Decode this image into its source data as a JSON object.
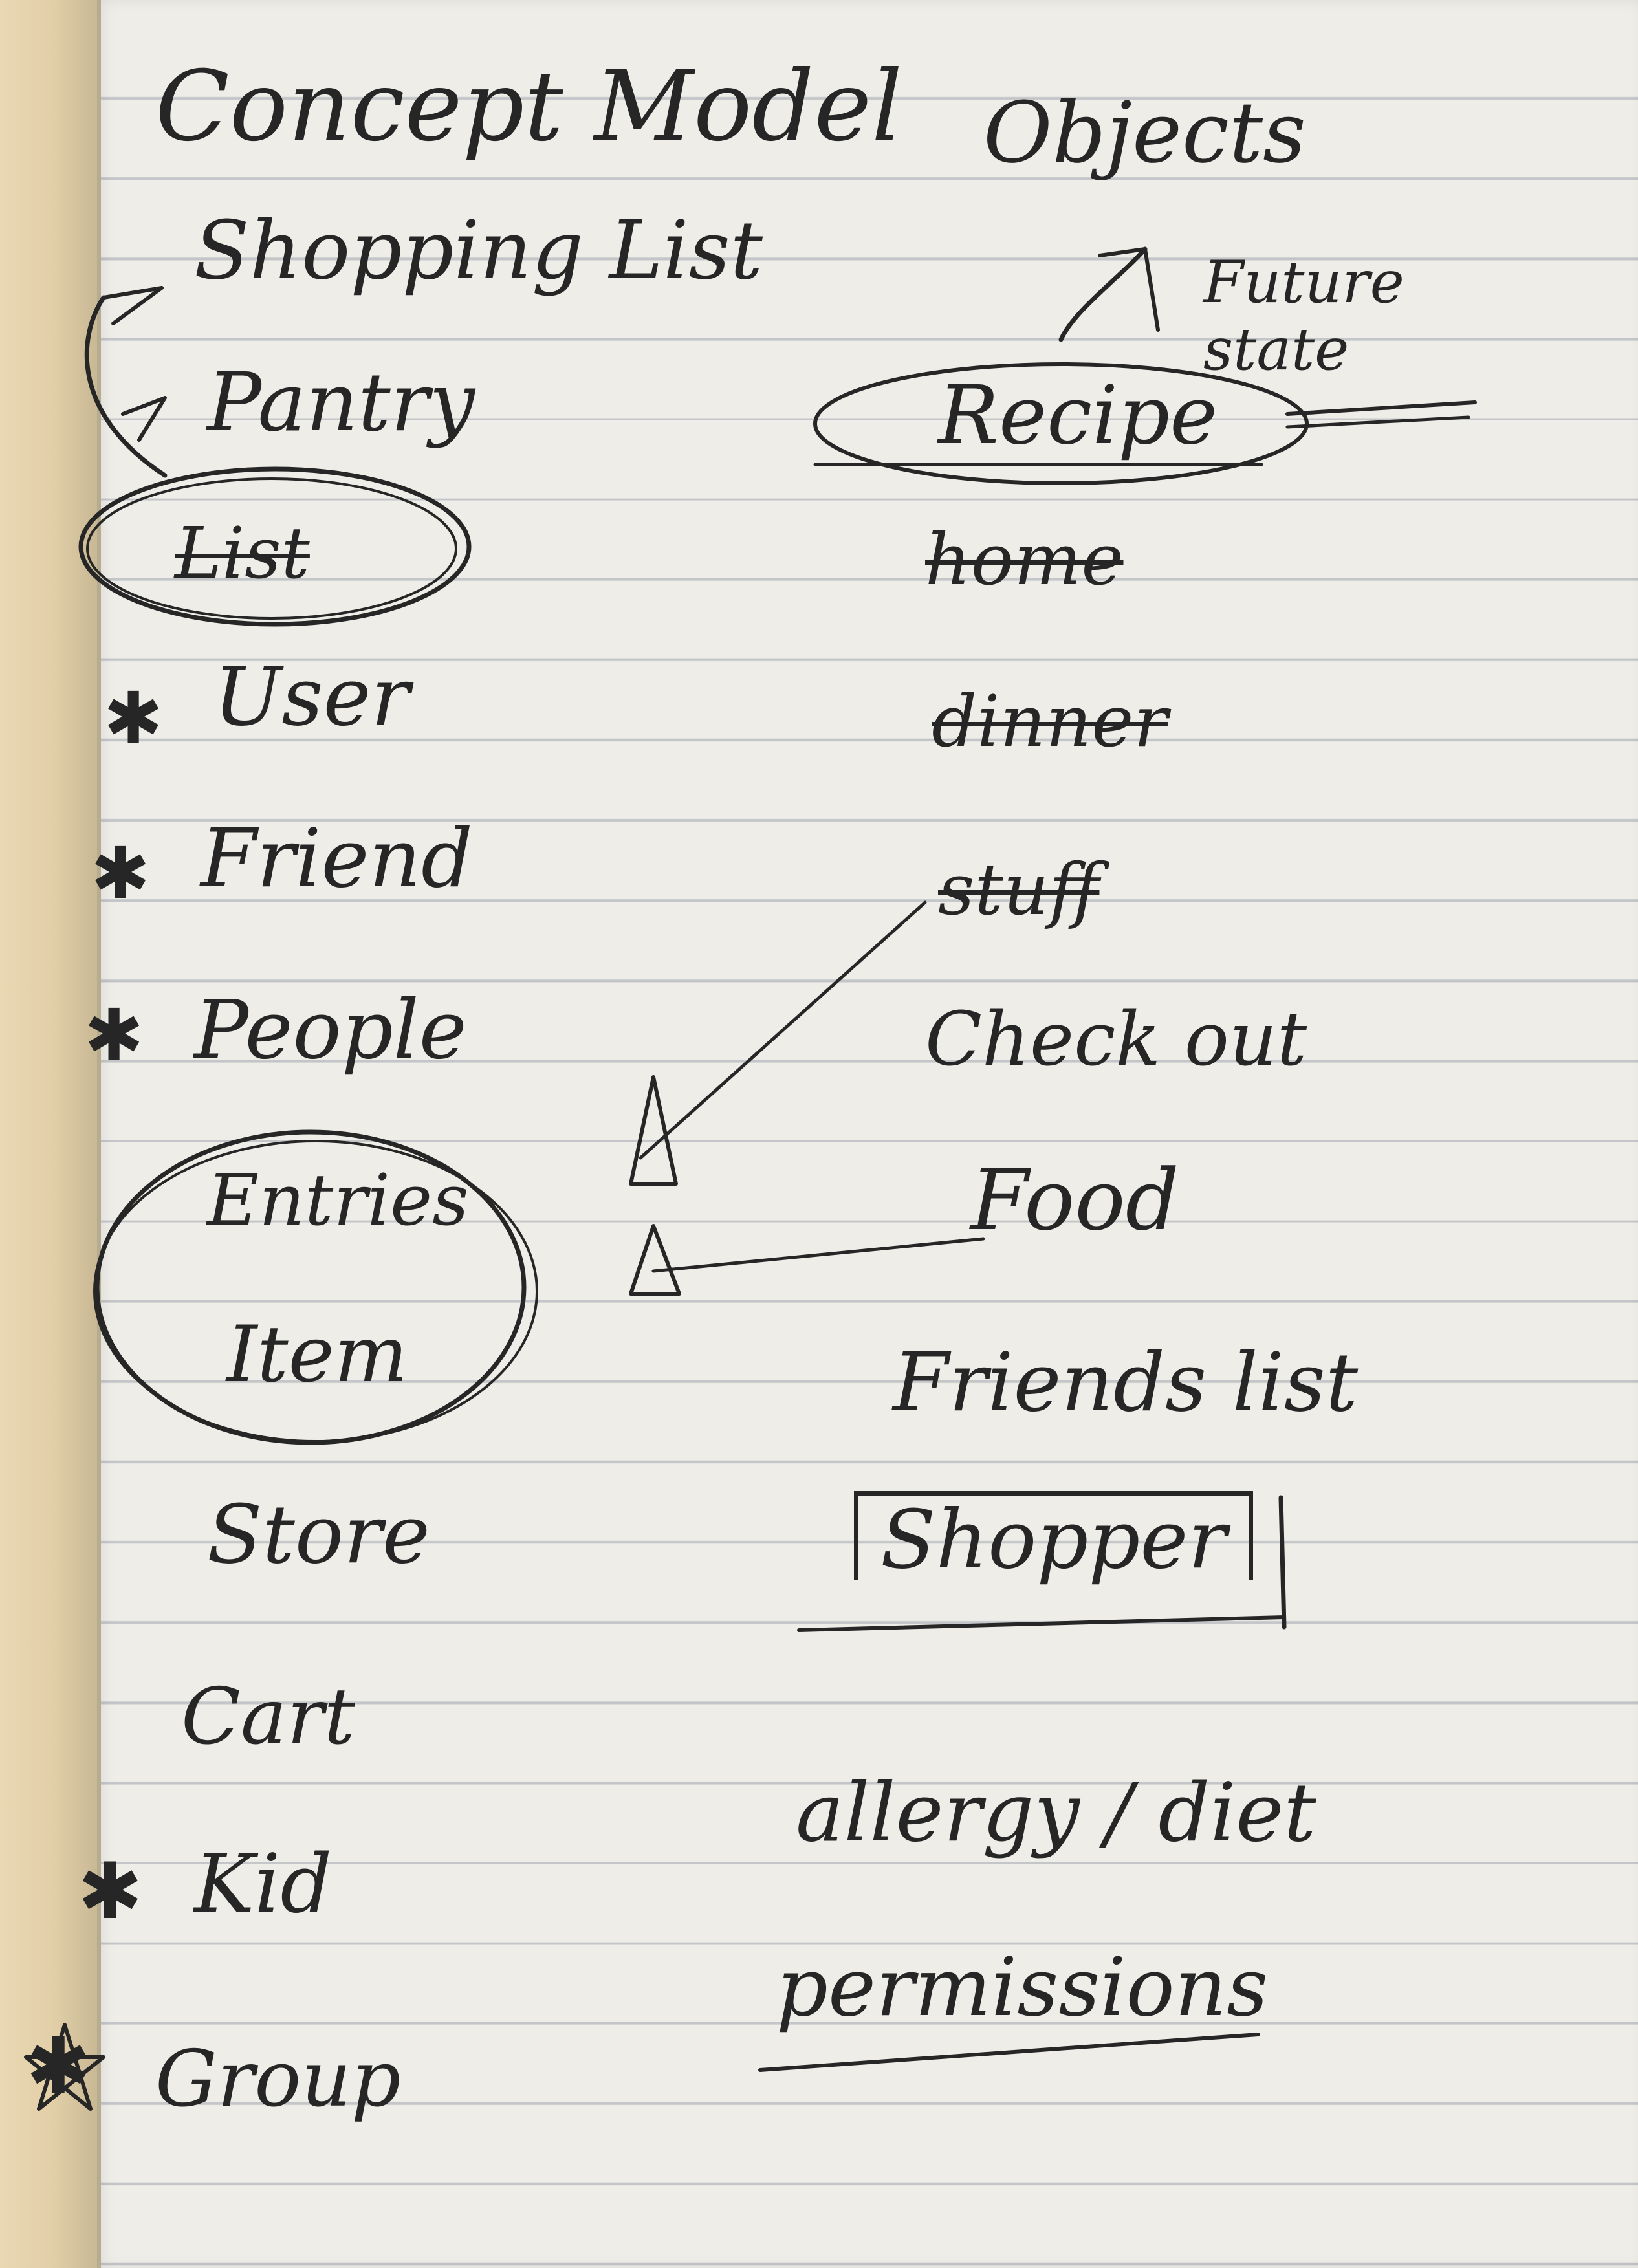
{
  "heading": {
    "left": "Concept Model",
    "right": "Objects"
  },
  "left_column": [
    {
      "text": "Shopping List",
      "starred": false
    },
    {
      "text": "Pantry",
      "starred": false
    },
    {
      "text": "List",
      "starred": false,
      "struck": true,
      "circled": true
    },
    {
      "text": "User",
      "starred": true
    },
    {
      "text": "Friend",
      "starred": true
    },
    {
      "text": "People",
      "starred": true
    },
    {
      "text": "Entries",
      "starred": false,
      "circled": true
    },
    {
      "text": "Item",
      "starred": false,
      "circled": true
    },
    {
      "text": "Store",
      "starred": false
    },
    {
      "text": "Cart",
      "starred": false
    },
    {
      "text": "Kid",
      "starred": true
    },
    {
      "text": "Group",
      "starred": true
    }
  ],
  "right_column": [
    {
      "text": "Future state",
      "note": true
    },
    {
      "text": "Recipe",
      "circled": true
    },
    {
      "text": "home",
      "struck": true
    },
    {
      "text": "dinner",
      "struck": true
    },
    {
      "text": "stuff",
      "struck": true
    },
    {
      "text": "Check out"
    },
    {
      "text": "Food"
    },
    {
      "text": "Friends list"
    },
    {
      "text": "Shopper",
      "boxed": true
    },
    {
      "text": "allergy / diet"
    },
    {
      "text": "permissions",
      "underlined": true
    }
  ],
  "star_glyph": "✱",
  "icons": [
    "star-icon",
    "arrow-icon",
    "delta-icon"
  ],
  "colors": {
    "ink": "#262626",
    "paper": "#eeede8",
    "rule": "#c3c5c8",
    "binding": "#e2cfa8"
  }
}
